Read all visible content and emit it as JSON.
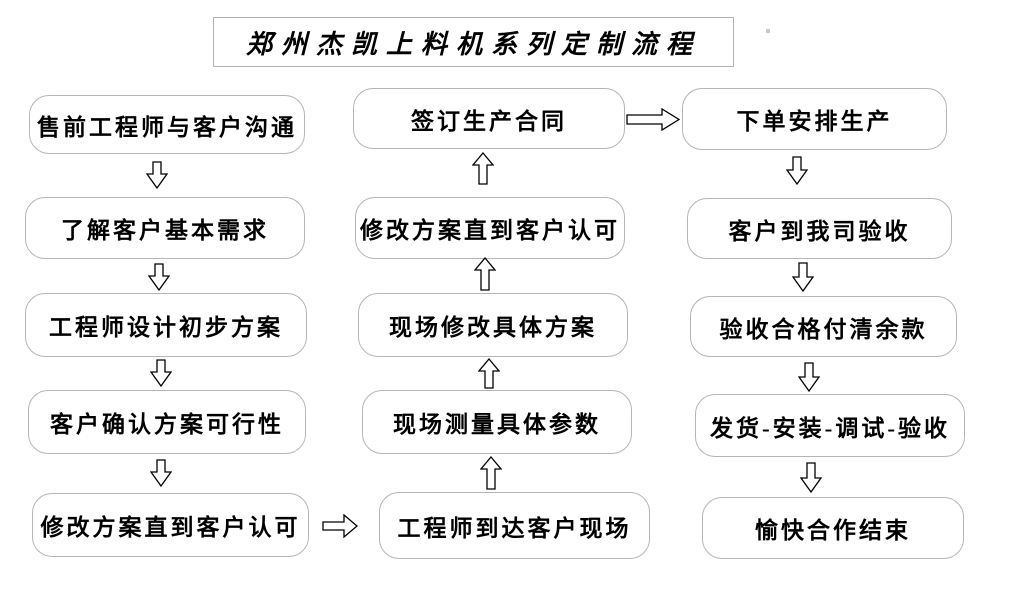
{
  "title": "郑州杰凯上料机系列定制流程",
  "flow": {
    "left": {
      "steps": [
        "售前工程师与客户沟通",
        "了解客户基本需求",
        "工程师设计初步方案",
        "客户确认方案可行性",
        "修改方案直到客户认可"
      ]
    },
    "middle": {
      "steps": [
        "签订生产合同",
        "修改方案直到客户认可",
        "现场修改具体方案",
        "现场测量具体参数",
        "工程师到达客户现场"
      ]
    },
    "right": {
      "steps": [
        "下单安排生产",
        "客户到我司验收",
        "验收合格付清余款",
        "发货-安装-调试-验收",
        "愉快合作结束"
      ]
    }
  },
  "icons": {
    "down_arrow": "hollow-down-block-arrow",
    "up_arrow": "hollow-up-block-arrow",
    "right_arrow": "hollow-right-block-arrow"
  },
  "colors": {
    "background": "#ffffff",
    "box_border": "#b5b5b5",
    "box_fill": "#ffffff",
    "text": "#000000",
    "arrow_outline": "#000000",
    "anchor_dot": "#c9c9c9"
  }
}
